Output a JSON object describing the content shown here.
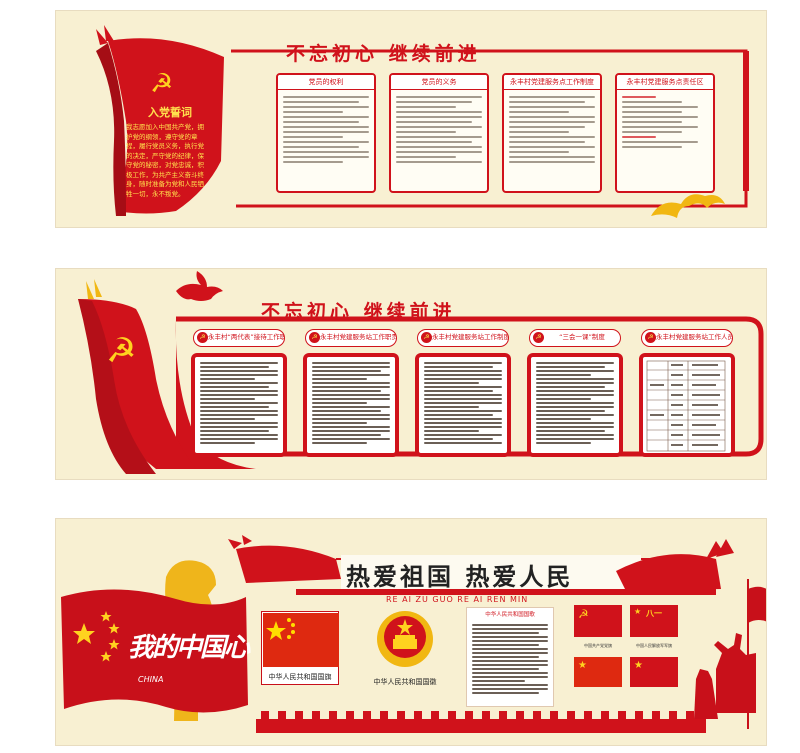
{
  "panel1": {
    "slogan": "不忘初心 继续前进",
    "oath_title": "入党誓词",
    "oath_text": "我志愿加入中国共产党，拥护党的纲领，遵守党的章程，履行党员义务，执行党的决定，严守党的纪律，保守党的秘密，对党忠诚，积极工作，为共产主义奋斗终身，随时准备为党和人民牺牲一切，永不叛党。",
    "boards": [
      "党员的权利",
      "党员的义务",
      "永丰村党建服务点工作制度",
      "永丰村党建服务点责任区"
    ]
  },
  "panel2": {
    "slogan": "不忘初心 继续前进",
    "boards": [
      "永丰村“两代表”接待工作职责",
      "永丰村党建服务站工作职责",
      "永丰村党建服务站工作制度",
      "“三会一课”制度",
      "永丰村党建服务站工作人员一览表"
    ]
  },
  "panel3": {
    "slogan": "热爱祖国 热爱人民",
    "pinyin": "RE AI ZU GUO RE AI REN MIN",
    "logo_text": "我的中国心",
    "logo_sub": "CHINA",
    "captions": [
      "中华人民共和国国旗",
      "中华人民共和国国徽",
      "中华人民共和国国歌"
    ],
    "anthem_title": "中华人民共和国国歌",
    "flags": [
      "中国共产党党旗",
      "中国人民解放军军旗"
    ],
    "bayi": "八一"
  },
  "colors": {
    "red": "#d0121b",
    "gold": "#ffd21f",
    "cream": "#f8f0d2"
  }
}
